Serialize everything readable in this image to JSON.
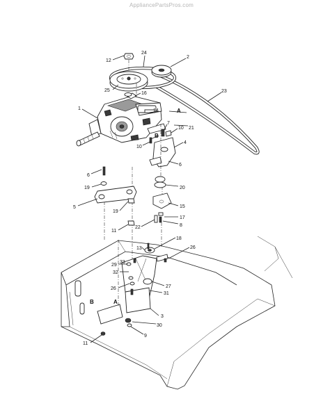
{
  "watermark": "AppliancePartsPros.com",
  "diagram": {
    "callouts": [
      {
        "id": "c12a",
        "text": "12"
      },
      {
        "id": "c24",
        "text": "24"
      },
      {
        "id": "c2",
        "text": "2"
      },
      {
        "id": "c25",
        "text": "25"
      },
      {
        "id": "c16",
        "text": "16"
      },
      {
        "id": "c23",
        "text": "23"
      },
      {
        "id": "c1",
        "text": "1"
      },
      {
        "id": "c14",
        "text": "14"
      },
      {
        "id": "cA1",
        "text": "A"
      },
      {
        "id": "c7",
        "text": "7"
      },
      {
        "id": "c10a",
        "text": "10"
      },
      {
        "id": "c21",
        "text": "21"
      },
      {
        "id": "cB1",
        "text": "B"
      },
      {
        "id": "c10b",
        "text": "10"
      },
      {
        "id": "c4",
        "text": "4"
      },
      {
        "id": "c6a",
        "text": "6"
      },
      {
        "id": "c6b",
        "text": "6"
      },
      {
        "id": "c19a",
        "text": "19"
      },
      {
        "id": "c20",
        "text": "20"
      },
      {
        "id": "c5",
        "text": "5"
      },
      {
        "id": "c19b",
        "text": "19"
      },
      {
        "id": "c15",
        "text": "15"
      },
      {
        "id": "c17",
        "text": "17"
      },
      {
        "id": "c8",
        "text": "8"
      },
      {
        "id": "c22",
        "text": "22"
      },
      {
        "id": "c11a",
        "text": "11"
      },
      {
        "id": "c13",
        "text": "13"
      },
      {
        "id": "c18",
        "text": "18"
      },
      {
        "id": "c26a",
        "text": "26"
      },
      {
        "id": "c29",
        "text": "29"
      },
      {
        "id": "c33",
        "text": "33"
      },
      {
        "id": "c32",
        "text": "32"
      },
      {
        "id": "c27",
        "text": "27"
      },
      {
        "id": "c26b",
        "text": "26"
      },
      {
        "id": "c31",
        "text": "31"
      },
      {
        "id": "cB2",
        "text": "B"
      },
      {
        "id": "cA2",
        "text": "A"
      },
      {
        "id": "c3",
        "text": "3"
      },
      {
        "id": "c30",
        "text": "30"
      },
      {
        "id": "c9",
        "text": "9"
      },
      {
        "id": "c11b",
        "text": "11"
      }
    ]
  }
}
